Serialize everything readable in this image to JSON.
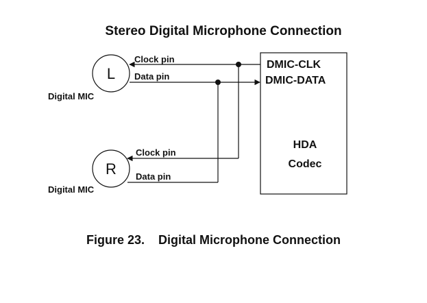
{
  "title": "Stereo Digital Microphone Connection",
  "left_mic": {
    "symbol": "L",
    "caption": "Digital MIC",
    "clock_label": "Clock pin",
    "data_label": "Data pin"
  },
  "right_mic": {
    "symbol": "R",
    "caption": "Digital MIC",
    "clock_label": "Clock pin",
    "data_label": "Data pin"
  },
  "codec": {
    "clk_pin": "DMIC-CLK",
    "data_pin": "DMIC-DATA",
    "name_line1": "HDA",
    "name_line2": "Codec"
  },
  "figure": {
    "number": "Figure 23.",
    "caption": "Digital Microphone Connection"
  }
}
